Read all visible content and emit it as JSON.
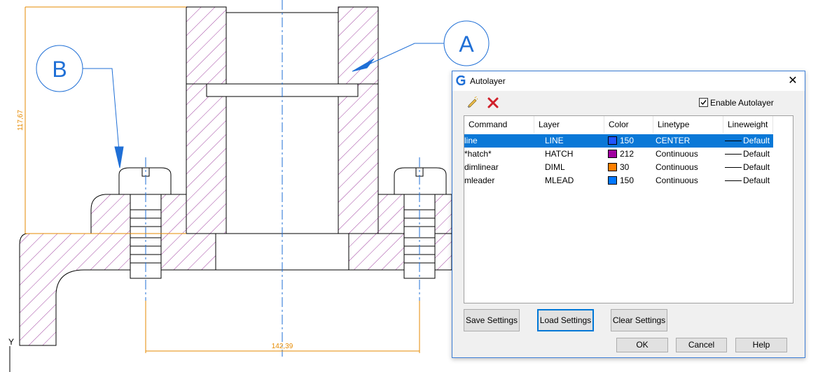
{
  "drawing": {
    "callout_a": "A",
    "callout_b": "B",
    "dim_vertical": "117,67",
    "dim_horizontal": "142,39",
    "ucs_label": "Y"
  },
  "dialog": {
    "title": "Autolayer",
    "close_glyph": "✕",
    "enable_label": "Enable Autolayer",
    "enable_checked": true,
    "columns": [
      "Command",
      "Layer",
      "Color",
      "Linetype",
      "Lineweight"
    ],
    "rows": [
      {
        "command": "line",
        "layer": "LINE",
        "color": "#2255ff",
        "color_index": "150",
        "linetype": "CENTER",
        "lineweight": "Default",
        "selected": true
      },
      {
        "command": "*hatch*",
        "layer": "HATCH",
        "color": "#a000a0",
        "color_index": "212",
        "linetype": "Continuous",
        "lineweight": "Default",
        "selected": false
      },
      {
        "command": "dimlinear",
        "layer": "DIML",
        "color": "#ff7f00",
        "color_index": "30",
        "linetype": "Continuous",
        "lineweight": "Default",
        "selected": false
      },
      {
        "command": "mleader",
        "layer": "MLEAD",
        "color": "#0078ff",
        "color_index": "150",
        "linetype": "Continuous",
        "lineweight": "Default",
        "selected": false
      }
    ],
    "buttons": {
      "save": "Save Settings",
      "load": "Load Settings",
      "clear": "Clear Settings",
      "ok": "OK",
      "cancel": "Cancel",
      "help": "Help"
    }
  }
}
